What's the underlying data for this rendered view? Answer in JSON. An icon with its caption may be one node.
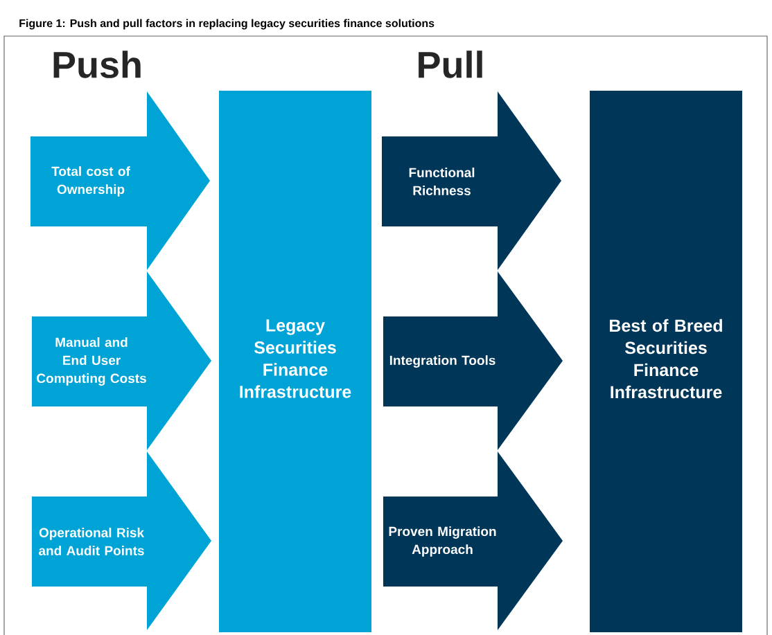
{
  "diagram": {
    "title": "Figure 1: Push and pull factors in replacing legacy securities finance solutions",
    "nodes": [
      {
        "text": [
          "Total cost of Ownership"
        ]
      },
      {
        "text": [
          "Manual and End User Computing Costs"
        ]
      },
      {
        "text": [
          "Operational Risk and Audit Points"
        ]
      },
      {
        "text": [
          "Legacy Securities Finance Infrastructure"
        ]
      },
      {
        "text": [
          "Functional Richness"
        ]
      },
      {
        "text": [
          "Integration Tools"
        ]
      },
      {
        "text": [
          "Proven Migration Approach"
        ]
      },
      {
        "text": [
          "Best of Breed Securities Finance Infrastructure"
        ]
      }
    ],
    "labels": [
      "Push",
      "Pull"
    ]
  }
}
